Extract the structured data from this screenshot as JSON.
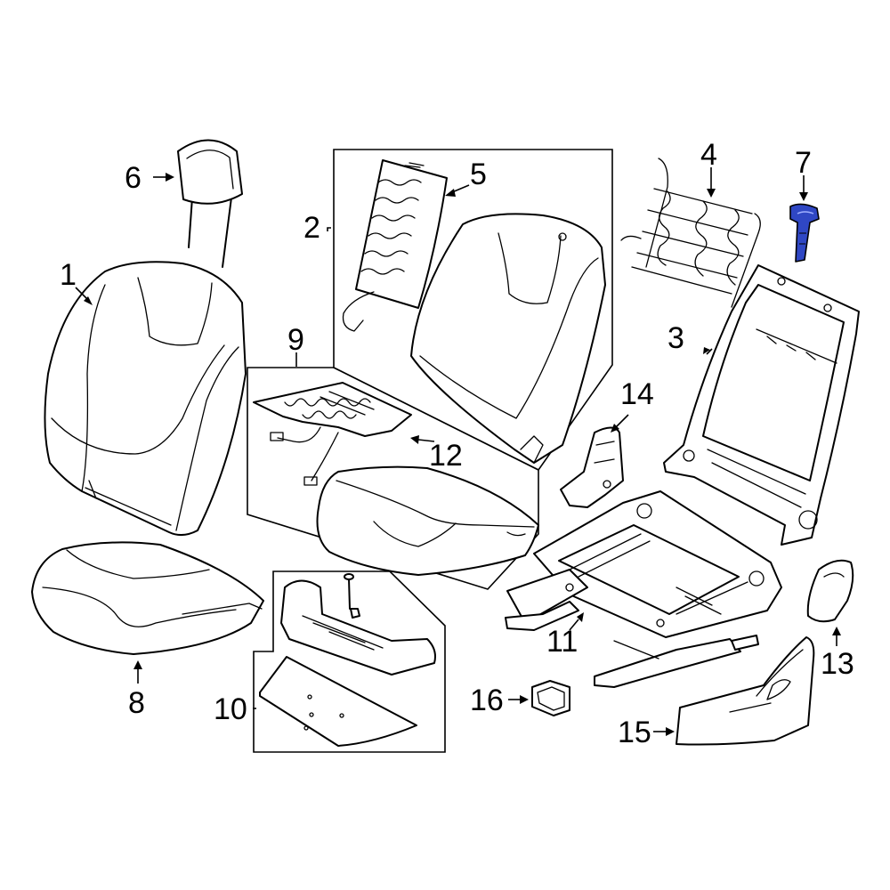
{
  "diagram": {
    "highlight_color": "#2f47c4",
    "line_color": "#000000",
    "background": "#ffffff",
    "callouts": [
      {
        "id": "1",
        "text": "1",
        "part": "seat-back-cover"
      },
      {
        "id": "2",
        "text": "2",
        "part": "seat-back-pad-group"
      },
      {
        "id": "3",
        "text": "3",
        "part": "seat-back-frame"
      },
      {
        "id": "4",
        "text": "4",
        "part": "lumbar-support-grid"
      },
      {
        "id": "5",
        "text": "5",
        "part": "heater-element"
      },
      {
        "id": "6",
        "text": "6",
        "part": "headrest"
      },
      {
        "id": "7",
        "text": "7",
        "part": "headrest-guide",
        "highlighted": true
      },
      {
        "id": "8",
        "text": "8",
        "part": "cushion-cover"
      },
      {
        "id": "9",
        "text": "9",
        "part": "cushion-pad-group"
      },
      {
        "id": "10",
        "text": "10",
        "part": "cushion-support-group"
      },
      {
        "id": "11",
        "text": "11",
        "part": "seat-track-frame"
      },
      {
        "id": "12",
        "text": "12",
        "part": "cushion-heater"
      },
      {
        "id": "13",
        "text": "13",
        "part": "recliner-cover"
      },
      {
        "id": "14",
        "text": "14",
        "part": "side-bracket"
      },
      {
        "id": "15",
        "text": "15",
        "part": "side-shield"
      },
      {
        "id": "16",
        "text": "16",
        "part": "clip"
      }
    ]
  }
}
